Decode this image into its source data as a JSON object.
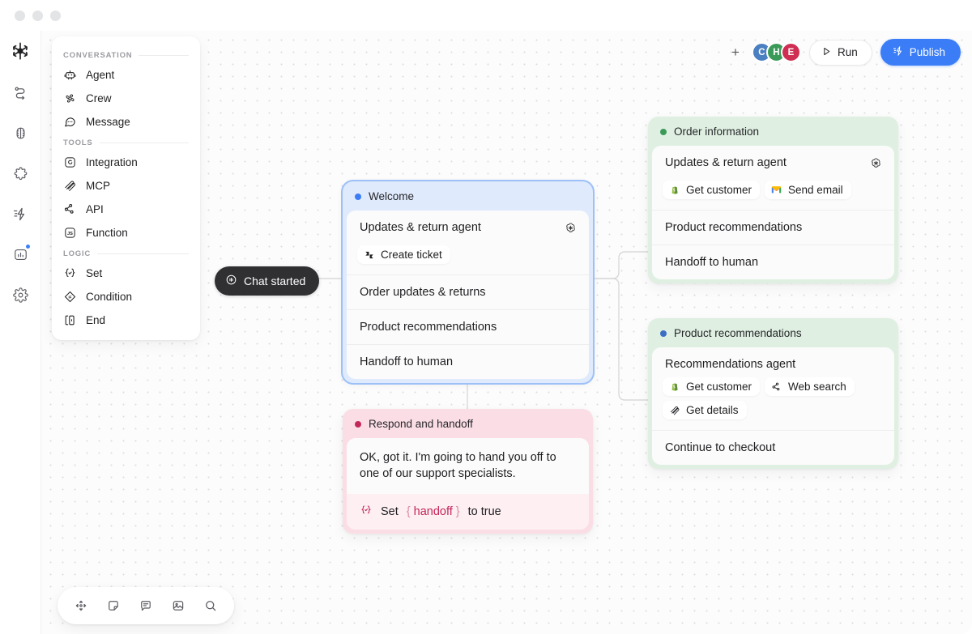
{
  "titlebar": {
    "dots": [
      "close",
      "minimize",
      "maximize"
    ]
  },
  "rail": {
    "logo": "app-logo",
    "items": [
      {
        "icon": "flow-route-icon",
        "name": "flows"
      },
      {
        "icon": "brain-icon",
        "name": "knowledge"
      },
      {
        "icon": "puzzle-icon",
        "name": "integrations"
      },
      {
        "icon": "lightning-icon",
        "name": "automations"
      },
      {
        "icon": "analytics-icon",
        "name": "analytics",
        "badge": true
      },
      {
        "icon": "gear-icon",
        "name": "settings"
      }
    ]
  },
  "palette": {
    "sections": [
      {
        "title": "CONVERSATION",
        "items": [
          {
            "label": "Agent",
            "icon": "robot-icon"
          },
          {
            "label": "Crew",
            "icon": "crew-icon"
          },
          {
            "label": "Message",
            "icon": "message-bubble-icon"
          }
        ]
      },
      {
        "title": "TOOLS",
        "items": [
          {
            "label": "Integration",
            "icon": "integration-icon"
          },
          {
            "label": "MCP",
            "icon": "mcp-icon"
          },
          {
            "label": "API",
            "icon": "api-node-icon"
          },
          {
            "label": "Function",
            "icon": "js-function-icon"
          }
        ]
      },
      {
        "title": "LOGIC",
        "items": [
          {
            "label": "Set",
            "icon": "set-braces-icon"
          },
          {
            "label": "Condition",
            "icon": "condition-if-icon"
          },
          {
            "label": "End",
            "icon": "end-icon"
          }
        ]
      }
    ]
  },
  "toolbar": {
    "add_label": "+",
    "avatars": [
      {
        "initial": "C",
        "color": "#4a7fc1"
      },
      {
        "initial": "H",
        "color": "#3c9a59"
      },
      {
        "initial": "E",
        "color": "#cf2e52"
      }
    ],
    "run_label": "Run",
    "publish_label": "Publish",
    "publish_color": "#3b7df6"
  },
  "canvas": {
    "start_pill": {
      "label": "Chat started",
      "icon": "chat-start-icon"
    },
    "nodes": [
      {
        "id": "welcome",
        "title": "Welcome",
        "dot_color": "#3b7df6",
        "header_bg": "#dfeafc",
        "selected": true,
        "agent": {
          "name": "Updates & return agent",
          "model_icon": "openai-icon"
        },
        "tools": [
          {
            "label": "Create ticket",
            "icon": "zendesk-icon"
          }
        ],
        "routes": [
          "Order updates & returns",
          "Product recommendations",
          "Handoff to human"
        ]
      },
      {
        "id": "order-information",
        "title": "Order information",
        "dot_color": "#3c9a59",
        "header_bg": "#dff0e2",
        "selected": false,
        "agent": {
          "name": "Updates & return agent",
          "model_icon": "openai-icon"
        },
        "tools": [
          {
            "label": "Get customer",
            "icon": "shopify-icon"
          },
          {
            "label": "Send email",
            "icon": "gmail-icon"
          }
        ],
        "routes": [
          "Product recommendations",
          "Handoff to human"
        ]
      },
      {
        "id": "product-recommendations",
        "title": "Product recommendations",
        "dot_color": "#3b6ec4",
        "header_bg": "#dff0e2",
        "selected": false,
        "agent": {
          "name": "Recommendations agent",
          "model_icon": null
        },
        "tools": [
          {
            "label": "Get customer",
            "icon": "shopify-icon"
          },
          {
            "label": "Web search",
            "icon": "api-node-icon"
          },
          {
            "label": "Get details",
            "icon": "mcp-icon"
          }
        ],
        "routes": [
          "Continue to checkout"
        ]
      },
      {
        "id": "respond-and-handoff",
        "title": "Respond and handoff",
        "dot_color": "#c4275c",
        "header_bg": "#fbdee5",
        "selected": false,
        "message": "OK, got it. I'm going to hand you off to one of our support specialists.",
        "set_action": {
          "prefix": "Set",
          "open_brace": "{",
          "variable": "handoff",
          "close_brace": "}",
          "suffix": "to true",
          "icon": "set-braces-icon"
        }
      }
    ]
  },
  "bottombar": {
    "items": [
      {
        "icon": "pan-move-icon",
        "name": "pan-tool"
      },
      {
        "icon": "sticky-note-icon",
        "name": "note-tool"
      },
      {
        "icon": "comment-icon",
        "name": "comment-tool"
      },
      {
        "icon": "image-icon",
        "name": "image-tool"
      },
      {
        "icon": "search-icon",
        "name": "search-tool"
      }
    ]
  }
}
